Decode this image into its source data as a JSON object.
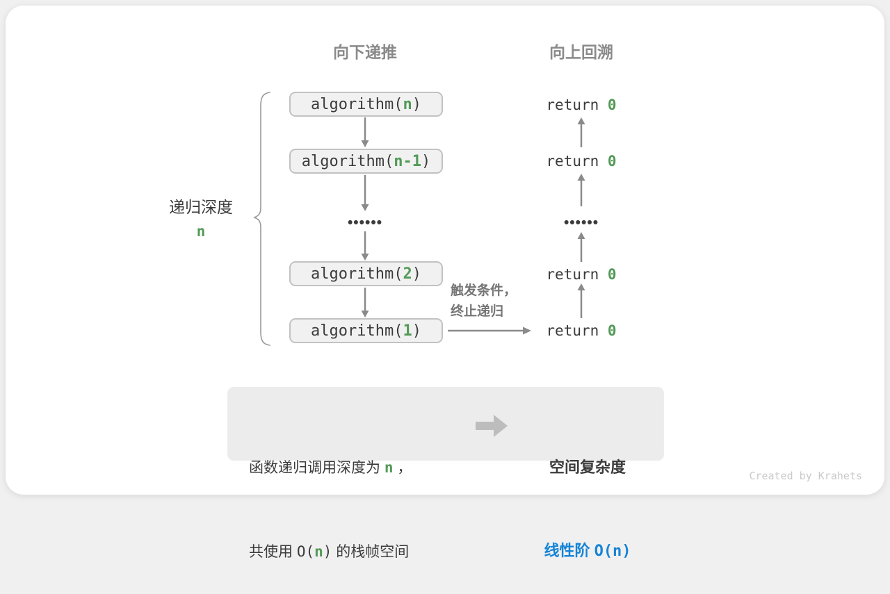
{
  "headers": {
    "down": "向下递推",
    "up": "向上回溯"
  },
  "depth": {
    "label": "递归深度",
    "var": "n"
  },
  "stack": [
    {
      "pre": "algorithm(",
      "arg": "n",
      "post": ")"
    },
    {
      "pre": "algorithm(",
      "arg": "n-1",
      "post": ")"
    },
    {
      "pre": "algorithm(",
      "arg": "2",
      "post": ")"
    },
    {
      "pre": "algorithm(",
      "arg": "1",
      "post": ")"
    }
  ],
  "returns": [
    {
      "pre": "return ",
      "val": "0"
    },
    {
      "pre": "return ",
      "val": "0"
    },
    {
      "pre": "return ",
      "val": "0"
    },
    {
      "pre": "return ",
      "val": "0"
    }
  ],
  "ellipsis": "••••••",
  "trigger": {
    "line1": "触发条件，",
    "line2": "终止递归"
  },
  "summary": {
    "l1a": "函数递归调用深度为 ",
    "l1b": "n",
    "l1c": " ，",
    "l2a": "共使用 ",
    "l2b": "O(",
    "l2c": "n",
    "l2d": ")",
    "l2e": " 的栈帧空间",
    "r1": "空间复杂度",
    "r2a": "线性阶 ",
    "r2b": "O(n)"
  },
  "footer": "Created by Krahets",
  "colors": {
    "accent_green": "#529a57",
    "accent_blue": "#1584d6",
    "arrow_gray": "#8a8a8a",
    "box_fill": "#f1f1f1",
    "box_border": "#c2c2c2",
    "summary_fill": "#ececec"
  }
}
